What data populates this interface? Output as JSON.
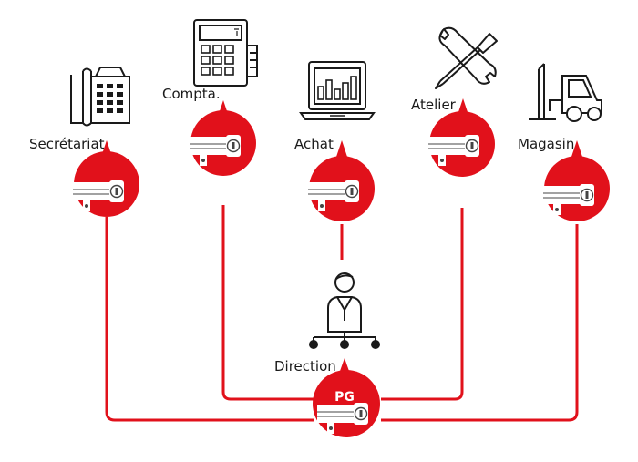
{
  "accent_color": "#e1111b",
  "ink_color": "#1a1a1a",
  "departments": [
    {
      "label": "Secrétariat",
      "icon": "telephone-icon"
    },
    {
      "label": "Compta.",
      "icon": "calculator-icon"
    },
    {
      "label": "Achat",
      "icon": "laptop-chart-icon"
    },
    {
      "label": "Atelier",
      "icon": "wrench-screwdriver-icon"
    },
    {
      "label": "Magasin",
      "icon": "forklift-icon"
    }
  ],
  "center": {
    "label": "Direction",
    "icon": "manager-org-chart-icon",
    "badge": "PG"
  }
}
